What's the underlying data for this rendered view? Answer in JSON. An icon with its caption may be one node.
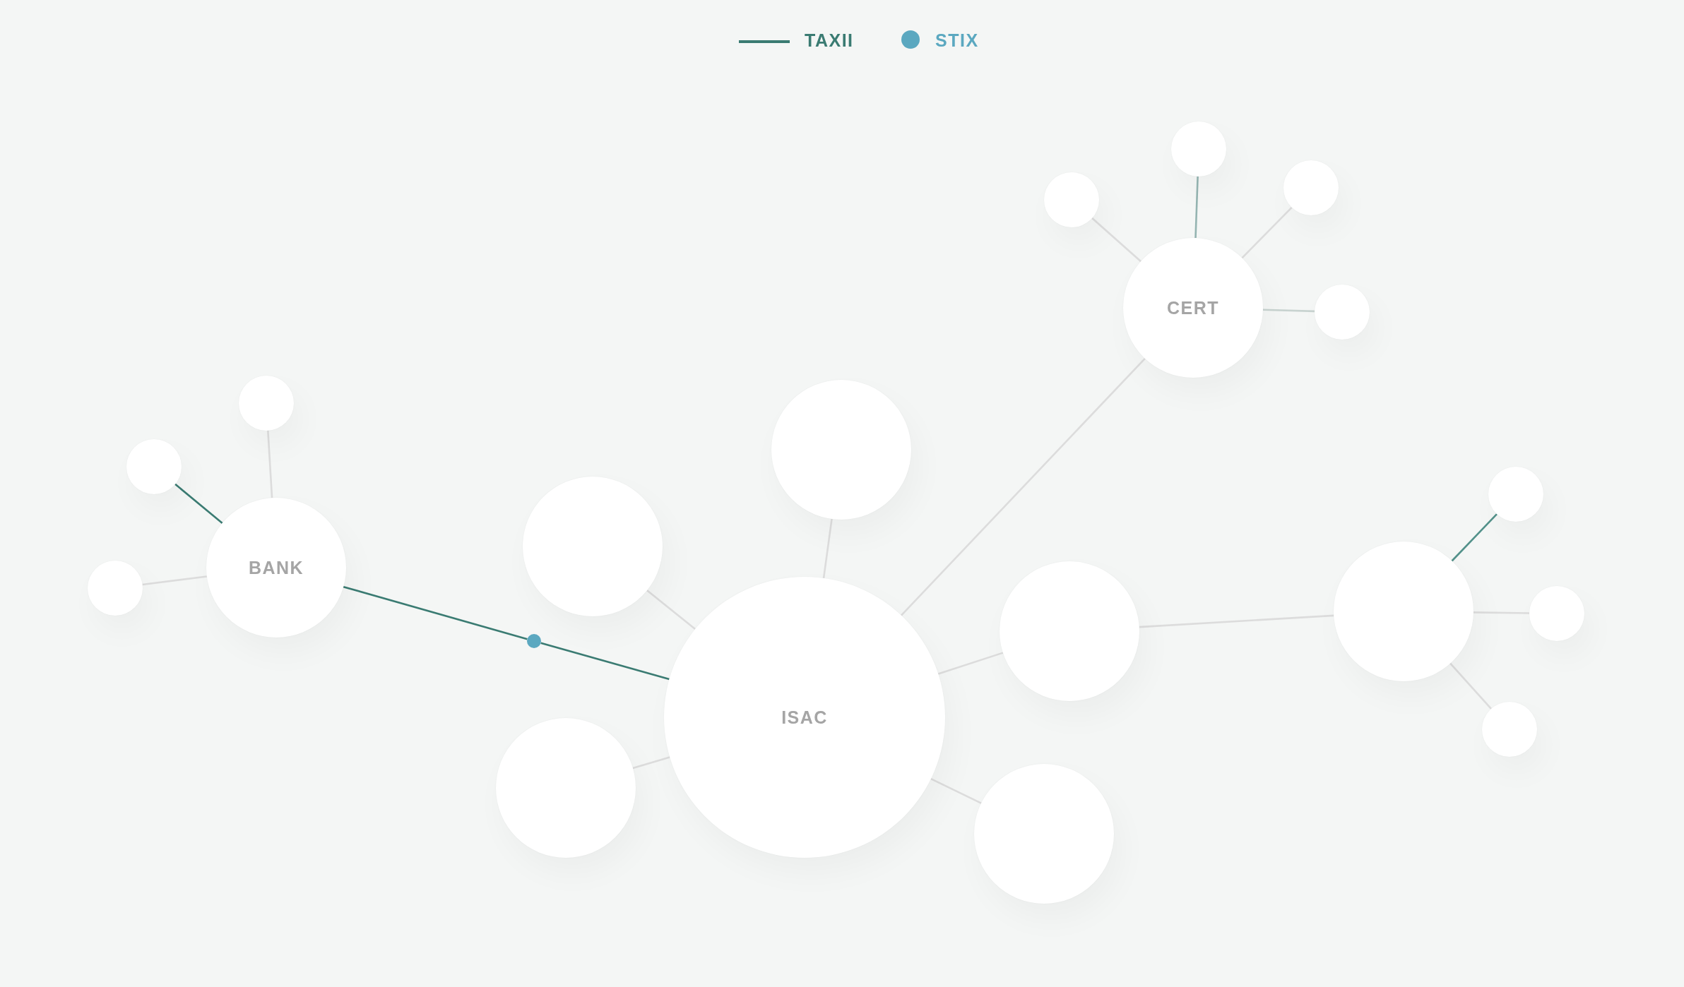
{
  "diagram": {
    "nodes": [
      {
        "text": [
          "ISAC"
        ]
      },
      {
        "text": [
          "BANK"
        ]
      },
      {
        "text": [
          "CERT"
        ]
      },
      {
        "text": [],
        "shape": "circle"
      },
      {
        "text": [],
        "shape": "circle"
      },
      {
        "text": [],
        "shape": "circle"
      },
      {
        "text": [],
        "shape": "circle"
      },
      {
        "text": [],
        "shape": "circle"
      },
      {
        "text": [],
        "shape": "circle"
      },
      {
        "text": [],
        "shape": "circle"
      },
      {
        "text": [],
        "shape": "circle"
      },
      {
        "text": [],
        "shape": "circle"
      },
      {
        "text": [],
        "shape": "circle"
      },
      {
        "text": [],
        "shape": "circle"
      },
      {
        "text": [],
        "shape": "circle"
      },
      {
        "text": [],
        "shape": "circle"
      },
      {
        "text": [],
        "shape": "circle"
      },
      {
        "text": [],
        "shape": "circle"
      },
      {
        "text": [],
        "shape": "circle"
      },
      {
        "text": [],
        "shape": "dot"
      }
    ],
    "edges": [
      {
        "from": 1,
        "to": 4,
        "arrow": "none",
        "color": "#3a7b72"
      },
      {
        "from": 1,
        "to": 3,
        "arrow": "none"
      },
      {
        "from": 1,
        "to": 5,
        "arrow": "none"
      },
      {
        "from": 1,
        "to": 19,
        "arrow": "none",
        "color": "#3a7b72"
      },
      {
        "from": 19,
        "to": 0,
        "arrow": "none",
        "color": "#3a7b72"
      },
      {
        "from": 0,
        "to": 10,
        "arrow": "none"
      },
      {
        "from": 0,
        "to": 11,
        "arrow": "none"
      },
      {
        "from": 0,
        "to": 12,
        "arrow": "none"
      },
      {
        "from": 0,
        "to": 13,
        "arrow": "none"
      },
      {
        "from": 0,
        "to": 14,
        "arrow": "none"
      },
      {
        "from": 0,
        "to": 2,
        "arrow": "none"
      },
      {
        "from": 2,
        "to": 6,
        "arrow": "none"
      },
      {
        "from": 2,
        "to": 7,
        "arrow": "none",
        "color": "#94b4b1"
      },
      {
        "from": 2,
        "to": 8,
        "arrow": "none"
      },
      {
        "from": 2,
        "to": 9,
        "arrow": "none",
        "color": "#c8d3d0"
      },
      {
        "from": 13,
        "to": 15,
        "arrow": "none"
      },
      {
        "from": 15,
        "to": 16,
        "arrow": "none",
        "color": "#52918a"
      },
      {
        "from": 15,
        "to": 17,
        "arrow": "none"
      },
      {
        "from": 15,
        "to": 18,
        "arrow": "none"
      }
    ],
    "legend": [
      {
        "text": "TAXII"
      },
      {
        "text": "STIX",
        "color": "#5ba8c0"
      }
    ]
  }
}
